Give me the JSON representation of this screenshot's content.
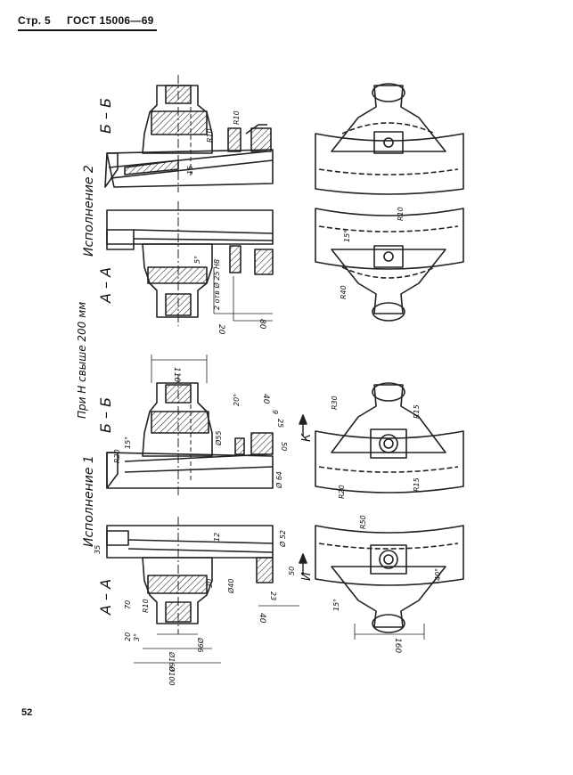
{
  "header": {
    "page": "Стр. 5",
    "standard": "ГОСТ 15006—69"
  },
  "footer": {
    "page_number": "52"
  },
  "drawing": {
    "main_caption": "При Н свыше 200 мм",
    "variant_1": "Исполнение 1",
    "variant_2": "Исполнение 2",
    "section_aa": "А – А",
    "section_bb": "Б – Б",
    "view_k": "К",
    "view_i": "И",
    "dims": {
      "d160": "160",
      "d110": "110",
      "d80": "80",
      "d40a": "40",
      "d40b": "40",
      "d70": "70",
      "d50a": "50",
      "d50b": "50",
      "d52": "Ø 52",
      "d64": "Ø 64",
      "d15": "15",
      "d20": "20",
      "d12": "12",
      "d25": "25",
      "d30": "30",
      "d35": "35",
      "d9": "9",
      "d23": "23",
      "phi96": "Ø96",
      "phi160": "Ø160",
      "phi100": "Ø100",
      "phi55": "Ø55",
      "phi40": "Ø40",
      "holes": "2 отв Ø 25 H8",
      "r10": "R10",
      "r15a": "R15",
      "r15b": "R15",
      "r20": "R20",
      "r30": "R30",
      "r40": "R40",
      "r50": "R50",
      "a15": "15°",
      "a20": "20°",
      "a5": "5°",
      "a40": "40°",
      "a3": "3°"
    }
  }
}
